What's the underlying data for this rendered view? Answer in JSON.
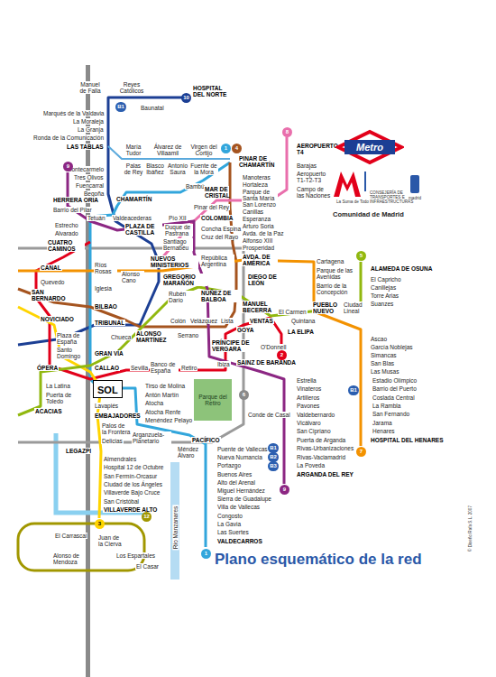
{
  "diagram": {
    "title": "Plano esquemático de la red",
    "nodes": [
      {
        "text": [
          "10"
        ]
      },
      {
        "text": [
          "B1"
        ]
      },
      {
        "text": [
          "1"
        ]
      },
      {
        "text": [
          "4"
        ]
      },
      {
        "text": [
          "8"
        ]
      },
      {
        "text": [
          "Metro"
        ]
      },
      {
        "text": [
          "9"
        ]
      },
      {
        "text": [
          "5"
        ]
      },
      {
        "text": [
          "2"
        ]
      },
      {
        "text": [
          "SOL"
        ]
      },
      {
        "text": [
          "Parque del Retiro"
        ]
      },
      {
        "text": [
          "B1"
        ]
      },
      {
        "text": [
          "6"
        ]
      },
      {
        "text": [
          "7"
        ]
      },
      {
        "text": [
          "B1"
        ]
      },
      {
        "text": [
          "B2"
        ]
      },
      {
        "text": [
          "B3"
        ]
      },
      {
        "text": [
          "9"
        ]
      },
      {
        "text": [
          "3"
        ]
      },
      {
        "text": [
          "12"
        ]
      },
      {
        "text": [
          "1"
        ]
      }
    ],
    "labels": [
      "Manuel de Falla",
      "Reyes Católicos",
      "HOSPITAL DEL NORTE",
      "Baunatal",
      "Marqués de la Valdavia",
      "La Moraleja",
      "La Granja",
      "Ronda de la Comunicación",
      "LAS TABLAS",
      "María Tudor",
      "Álvarez de Villaamil",
      "Virgen del Cortijo",
      "Palas de Rey",
      "Blasco Ibáñez",
      "Antonio Saura",
      "Fuente de la Mora",
      "Montecarmelo",
      "Tres Olivos",
      "Fuencarral",
      "Begoña",
      "PINAR DE CHAMARTÍN",
      "Manoteras",
      "Hortaleza",
      "Parque de Santa María",
      "San Lorenzo",
      "AEROPUERTO T4",
      "Barajas",
      "Aeropuerto T1-T2-T3",
      "Campo de las Naciones",
      "HERRERA ORIA",
      "Barrio del Pilar",
      "Bambú",
      "CHAMARTÍN",
      "MAR DE CRISTAL",
      "Tetuán",
      "Valdeacederas",
      "Pinar del Rey",
      "Canillas",
      "Esperanza",
      "Arturo Soria",
      "Avda. de la Paz",
      "Alfonso XIII",
      "Prosperidad",
      "PLAZA DE CASTILLA",
      "Pío XII",
      "COLOMBIA",
      "Estrecho",
      "Alvarado",
      "Duque de Pastrana",
      "Concha Espina",
      "Cruz del Rayo",
      "CUATRO CAMINOS",
      "Santiago Bernabéu",
      "NUEVOS MINISTERIOS",
      "República Argentina",
      "AVDA. DE AMÉRICA",
      "Cartagena",
      "Parque de las Avenidas",
      "Barrio de la Concepción",
      "ALAMEDA DE OSUNA",
      "El Capricho",
      "Canillejas",
      "Torre Arias",
      "Suanzes",
      "CANAL",
      "Ríos Rosas",
      "Alonso Cano",
      "Quevedo",
      "Iglesia",
      "GREGORIO MARAÑÓN",
      "DIEGO DE LEÓN",
      "Rubén Darío",
      "NÚÑEZ DE BALBOA",
      "SAN BERNARDO",
      "MANUEL BECERRA",
      "PUEBLO NUEVO",
      "Ciudad Lineal",
      "El Carmen",
      "Quintana",
      "BILBAO",
      "VENTAS",
      "LA ELIPA",
      "NOVICIADO",
      "TRIBUNAL",
      "Colón",
      "Velázquez",
      "Lista",
      "GOYA",
      "Ascao",
      "García Noblejas",
      "Simancas",
      "San Blas",
      "Las Musas",
      "Plaza de España",
      "Santo Domingo",
      "Chueca",
      "ALONSO MARTÍNEZ",
      "Serrano",
      "PRÍNCIPE DE VERGARA",
      "O'Donnell",
      "Estadio Olímpico",
      "Barrio del Puerto",
      "Coslada Central",
      "La Rambla",
      "San Fernando",
      "Jarama",
      "Henares",
      "HOSPITAL DEL HENARES",
      "GRAN VÍA",
      "Sevilla",
      "Banco de España",
      "Retiro",
      "Ibiza",
      "ÓPERA",
      "CALLAO",
      "SAINZ DE BARANDA",
      "La Latina",
      "Puerta de Toledo",
      "Tirso de Molina",
      "Antón Martín",
      "Atocha",
      "Atocha Renfe",
      "Menéndez Pelayo",
      "Estrella",
      "Vinateros",
      "Artilleros",
      "Pavones",
      "Valdebernardo",
      "Vicálvaro",
      "San Cipriano",
      "Puerta de Arganda",
      "Rivas-Urbanizaciones",
      "Rivas-Vaciamadrid",
      "La Poveda",
      "ARGANDA DEL REY",
      "Conde de Casal",
      "Lavapiés",
      "ACACIAS",
      "EMBAJADORES",
      "Palos de la Frontera",
      "Delicias",
      "Arganzuela-Planetario",
      "PACÍFICO",
      "LEGAZPI",
      "Méndez Álvaro",
      "Puente de Vallecas",
      "Nueva Numancia",
      "Portazgo",
      "Buenos Aires",
      "Alto del Arenal",
      "Miguel Hernández",
      "Sierra de Guadalupe",
      "Villa de Vallecas",
      "Congosto",
      "La Gavia",
      "Las Suertes",
      "VALDECARROS",
      "Almendrales",
      "Hospital 12 de Octubre",
      "San Fermín-Orcasur",
      "Ciudad de los Ángeles",
      "Villaverde Bajo Cruce",
      "San Cristóbal",
      "VILLAVERDE ALTO",
      "Río Manzanares",
      "El Carrascal",
      "Juan de la Cierva",
      "Alonso de Mendoza",
      "Los Espartales",
      "El Casar",
      "La Suma de Todos",
      "madrid",
      "CONSEJERÍA DE TRANSPORTES E INFRAESTRUCTURAS",
      "Comunidad de Madrid",
      "© Diseño Rafa S.L. 2007"
    ]
  }
}
